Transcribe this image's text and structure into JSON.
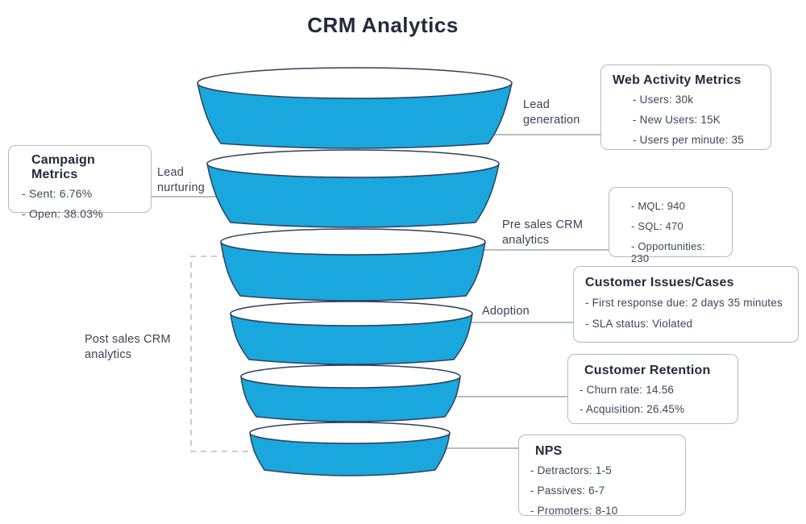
{
  "title": "CRM Analytics",
  "colors": {
    "funnel_blue": "#19A7DE",
    "funnel_outline": "#31405A",
    "connector": "#8d949d",
    "dashed_bracket": "#b9bfc8",
    "box_border": "#b3b9c3",
    "title_text": "#222b3a",
    "body_text": "#3d4657"
  },
  "labels": {
    "lead_generation": "Lead generation",
    "lead_nurturing": "Lead nurturing",
    "pre_sales": "Pre sales CRM analytics",
    "adoption": "Adoption",
    "post_sales": "Post sales CRM analytics"
  },
  "boxes": {
    "web_activity": {
      "title": "Web Activity Metrics",
      "items": [
        "- Users: 30k",
        "- New Users: 15K",
        "- Users per minute: 35"
      ]
    },
    "campaign": {
      "title": "Campaign Metrics",
      "items": [
        "- Sent: 6.76%",
        "- Open: 38.03%"
      ]
    },
    "pre_sales_metrics": {
      "items": [
        "- MQL: 940",
        "- SQL: 470",
        "- Opportunities: 230"
      ]
    },
    "customer_issues": {
      "title": "Customer Issues/Cases",
      "items": [
        "- First response due:  2 days 35 minutes",
        "- SLA status: Violated"
      ]
    },
    "customer_retention": {
      "title": "Customer Retention",
      "items": [
        "- Churn rate: 14.56",
        "- Acquisition: 26.45%"
      ]
    },
    "nps": {
      "title": "NPS",
      "items": [
        "- Detractors: 1-5",
        "- Passives: 6-7",
        "- Promoters: 8-10"
      ]
    }
  },
  "funnel": {
    "stage_count": 6,
    "stages": [
      "Lead generation",
      "Lead nurturing",
      "Pre sales CRM analytics",
      "Adoption",
      "Post sales CRM analytics (retention)",
      "Post sales CRM analytics (NPS)"
    ]
  }
}
